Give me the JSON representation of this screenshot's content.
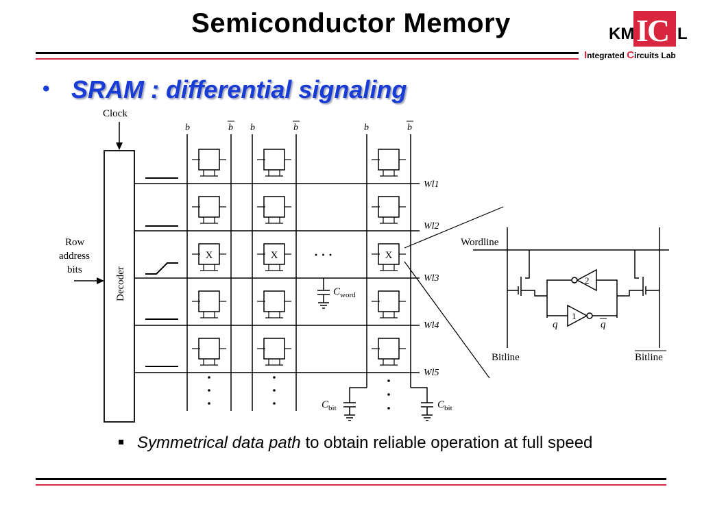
{
  "title": "Semiconductor Memory",
  "logo": {
    "main_left": "KM",
    "main_mid": "IC",
    "main_right": "L",
    "subtitle_i": "I",
    "subtitle_integrated": "ntegrated ",
    "subtitle_c": "C",
    "subtitle_rest": "ircuits Lab",
    "accent_color": "#d7263d"
  },
  "bullet": {
    "marker": "•",
    "text": "SRAM : differential signaling",
    "color": "#1a3cd6"
  },
  "subbullet": {
    "marker": "▪",
    "italic": "Symmetrical data path",
    "rest": " to obtain reliable operation at full speed"
  },
  "diagram": {
    "clock": "Clock",
    "decoder": "Decoder",
    "row_address": [
      "Row",
      "address",
      "bits"
    ],
    "bitline_b": "b",
    "bitline_bbar": "b",
    "wordlines": [
      "Wl1",
      "Wl2",
      "Wl3",
      "Wl4",
      "Wl5"
    ],
    "cell_mark": "X",
    "ellipsis": "· · ·",
    "c_word": "C",
    "c_word_sub": "word",
    "c_bit": "C",
    "c_bit_sub": "bit",
    "detail": {
      "wordline": "Wordline",
      "bitline": "Bitline",
      "bitline_bar": "Bitline",
      "q": "q",
      "qbar": "q",
      "inv1": "1",
      "inv2": "2"
    }
  }
}
